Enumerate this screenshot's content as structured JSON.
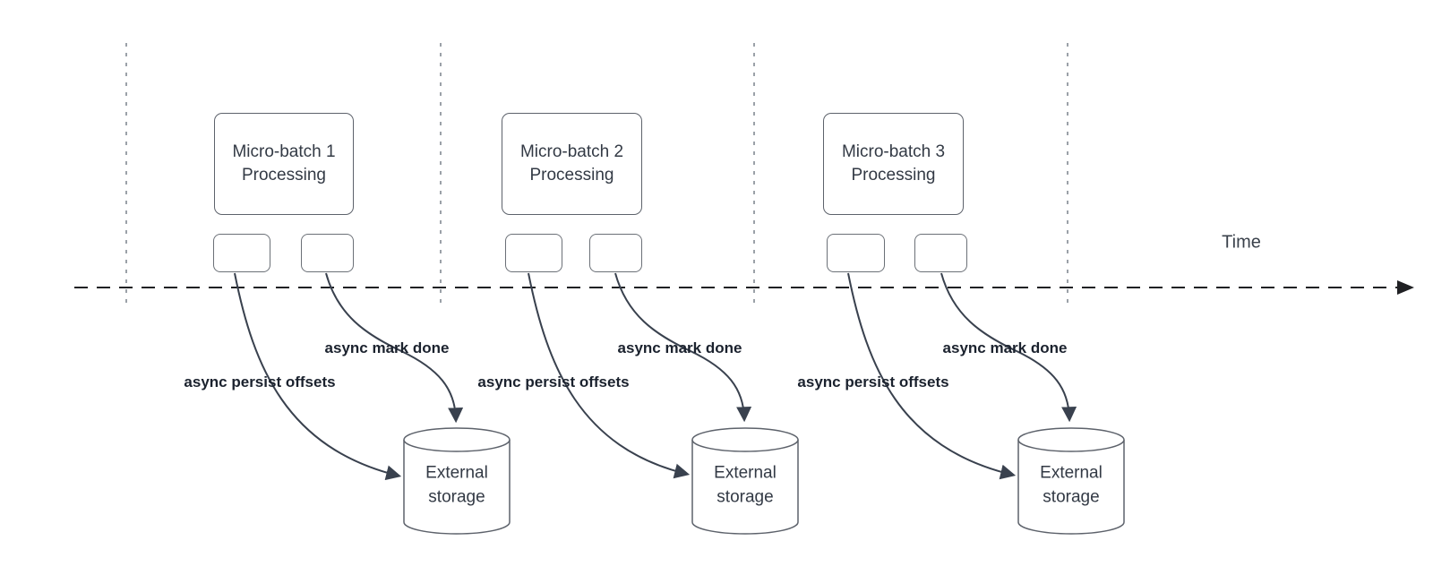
{
  "diagram": {
    "time_axis": {
      "label": "Time"
    },
    "batches": [
      {
        "box_label": "Micro-batch 1\nProcessing",
        "persist_label": "async persist offsets",
        "mark_done_label": "async mark done",
        "storage_label": "External\nstorage"
      },
      {
        "box_label": "Micro-batch 2\nProcessing",
        "persist_label": "async persist offsets",
        "mark_done_label": "async mark done",
        "storage_label": "External\nstorage"
      },
      {
        "box_label": "Micro-batch 3\nProcessing",
        "persist_label": "async persist offsets",
        "mark_done_label": "async mark done",
        "storage_label": "External\nstorage"
      }
    ],
    "colors": {
      "node_stroke": "#5d626b",
      "small_node_stroke": "#6b7077",
      "connector": "#39414e",
      "time_axis": "#202124",
      "guide_line": "#9ba1a8",
      "node_text": "#333a45",
      "edge_label_text": "#1b222e",
      "background": "#ffffff"
    }
  }
}
